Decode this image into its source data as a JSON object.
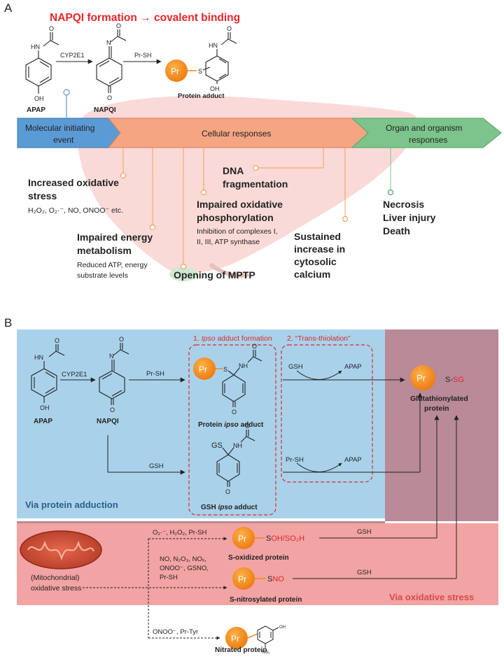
{
  "panel_a": {
    "letter": "A",
    "title": "NAPQI formation → covalent binding",
    "apap_label": "APAP",
    "cyp_label": "CYP2E1",
    "napqi_label": "NAPQI",
    "prsh_label": "Pr-SH",
    "adduct_label": "Protein adduct",
    "pr_badge": "Pr",
    "s_atom": "S",
    "hn": "HN",
    "oh": "OH",
    "o": "O",
    "n": "N",
    "stages": [
      {
        "line1": "Molecular initiating",
        "line2": "event",
        "color": "#5b9bd5"
      },
      {
        "line1": "Cellular responses",
        "line2": "",
        "color": "#f4a582"
      },
      {
        "line1": "Organ and organism",
        "line2": "responses",
        "color": "#7cc48b"
      }
    ],
    "responses": {
      "oxidative_stress": {
        "line1": "Increased oxidative",
        "line2": "stress",
        "sub": "H₂O₂, O₂·⁻, NO, ONOO⁻ etc."
      },
      "energy": {
        "line1": "Impaired energy",
        "line2": "metabolism",
        "sub1": "Reduced ATP, energy",
        "sub2": "substrate levels"
      },
      "mptp": {
        "line1": "Opening of MPTP"
      },
      "dna": {
        "line1": "DNA",
        "line2": "fragmentation"
      },
      "oxphos": {
        "line1": "Impaired oxidative",
        "line2": "phosphorylation",
        "sub1": "Inhibition of complexes I,",
        "sub2": "II, III, ATP synthase"
      },
      "calcium": {
        "line1": "Sustained",
        "line2": "increase in",
        "line3": "cytosolic",
        "line4": "calcium"
      },
      "organ": {
        "line1": "Necrosis",
        "line2": "Liver injury",
        "line3": "Death"
      }
    }
  },
  "panel_b": {
    "letter": "B",
    "apap_label": "APAP",
    "cyp_label": "CYP2E1",
    "napqi_label": "NAPQI",
    "prsh_label": "Pr-SH",
    "gsh_label": "GSH",
    "box1_title_num": "1. ",
    "box1_title_ipso": "Ipso",
    "box1_title_rest": " adduct formation",
    "box2_title": "2. “Trans-thiolation”",
    "protein_ipso_pre": "Protein ",
    "ipso_word": "ipso",
    "adduct_word": " adduct",
    "gsh_ipso_pre": "GSH ",
    "trans_gsh": "GSH",
    "trans_apap": "APAP",
    "trans_prsh": "Pr-SH",
    "glut_s": "S-",
    "glut_sg": "SG",
    "glut_line1": "Glutathionylated",
    "glut_line2": "protein",
    "via_adduction": "Via protein adduction",
    "via_oxidative": "Via oxidative stress",
    "mito_line1": "(Mitochondrial)",
    "mito_line2": "oxidative stress",
    "path1_reagents": "O₂·⁻, H₂O₂, Pr-SH",
    "path2_reagents_1": "NO, N₂O₃, NOₓ,",
    "path2_reagents_2": "ONOO⁻, GSNO,",
    "path2_reagents_3": "Pr-SH",
    "path3_reagents": "ONOO⁻, Pr-Tyr",
    "soxid_black": "S",
    "soxid_red": "OH/SO₂H",
    "soxid_label": "S-oxidized protein",
    "sno_black": "S",
    "sno_red": "NO",
    "sno_label": "S-nitrosylated protein",
    "nitrated_label": "Nitrated protein",
    "gs_label": "GS",
    "nh_label": "NH",
    "no2_label": "NO₂",
    "oh_small": "OH",
    "pr_badge": "Pr"
  },
  "colors": {
    "title_red": "#e8262a",
    "blue_panel": "#a9d2ea",
    "pink_panel": "#f2a3a3",
    "mauve_panel": "#b98a97",
    "orange_badge": "#f18a1c",
    "dashed_red": "#e0282b",
    "via_blue": "#2e5c8a",
    "via_red": "#d84a4a"
  }
}
